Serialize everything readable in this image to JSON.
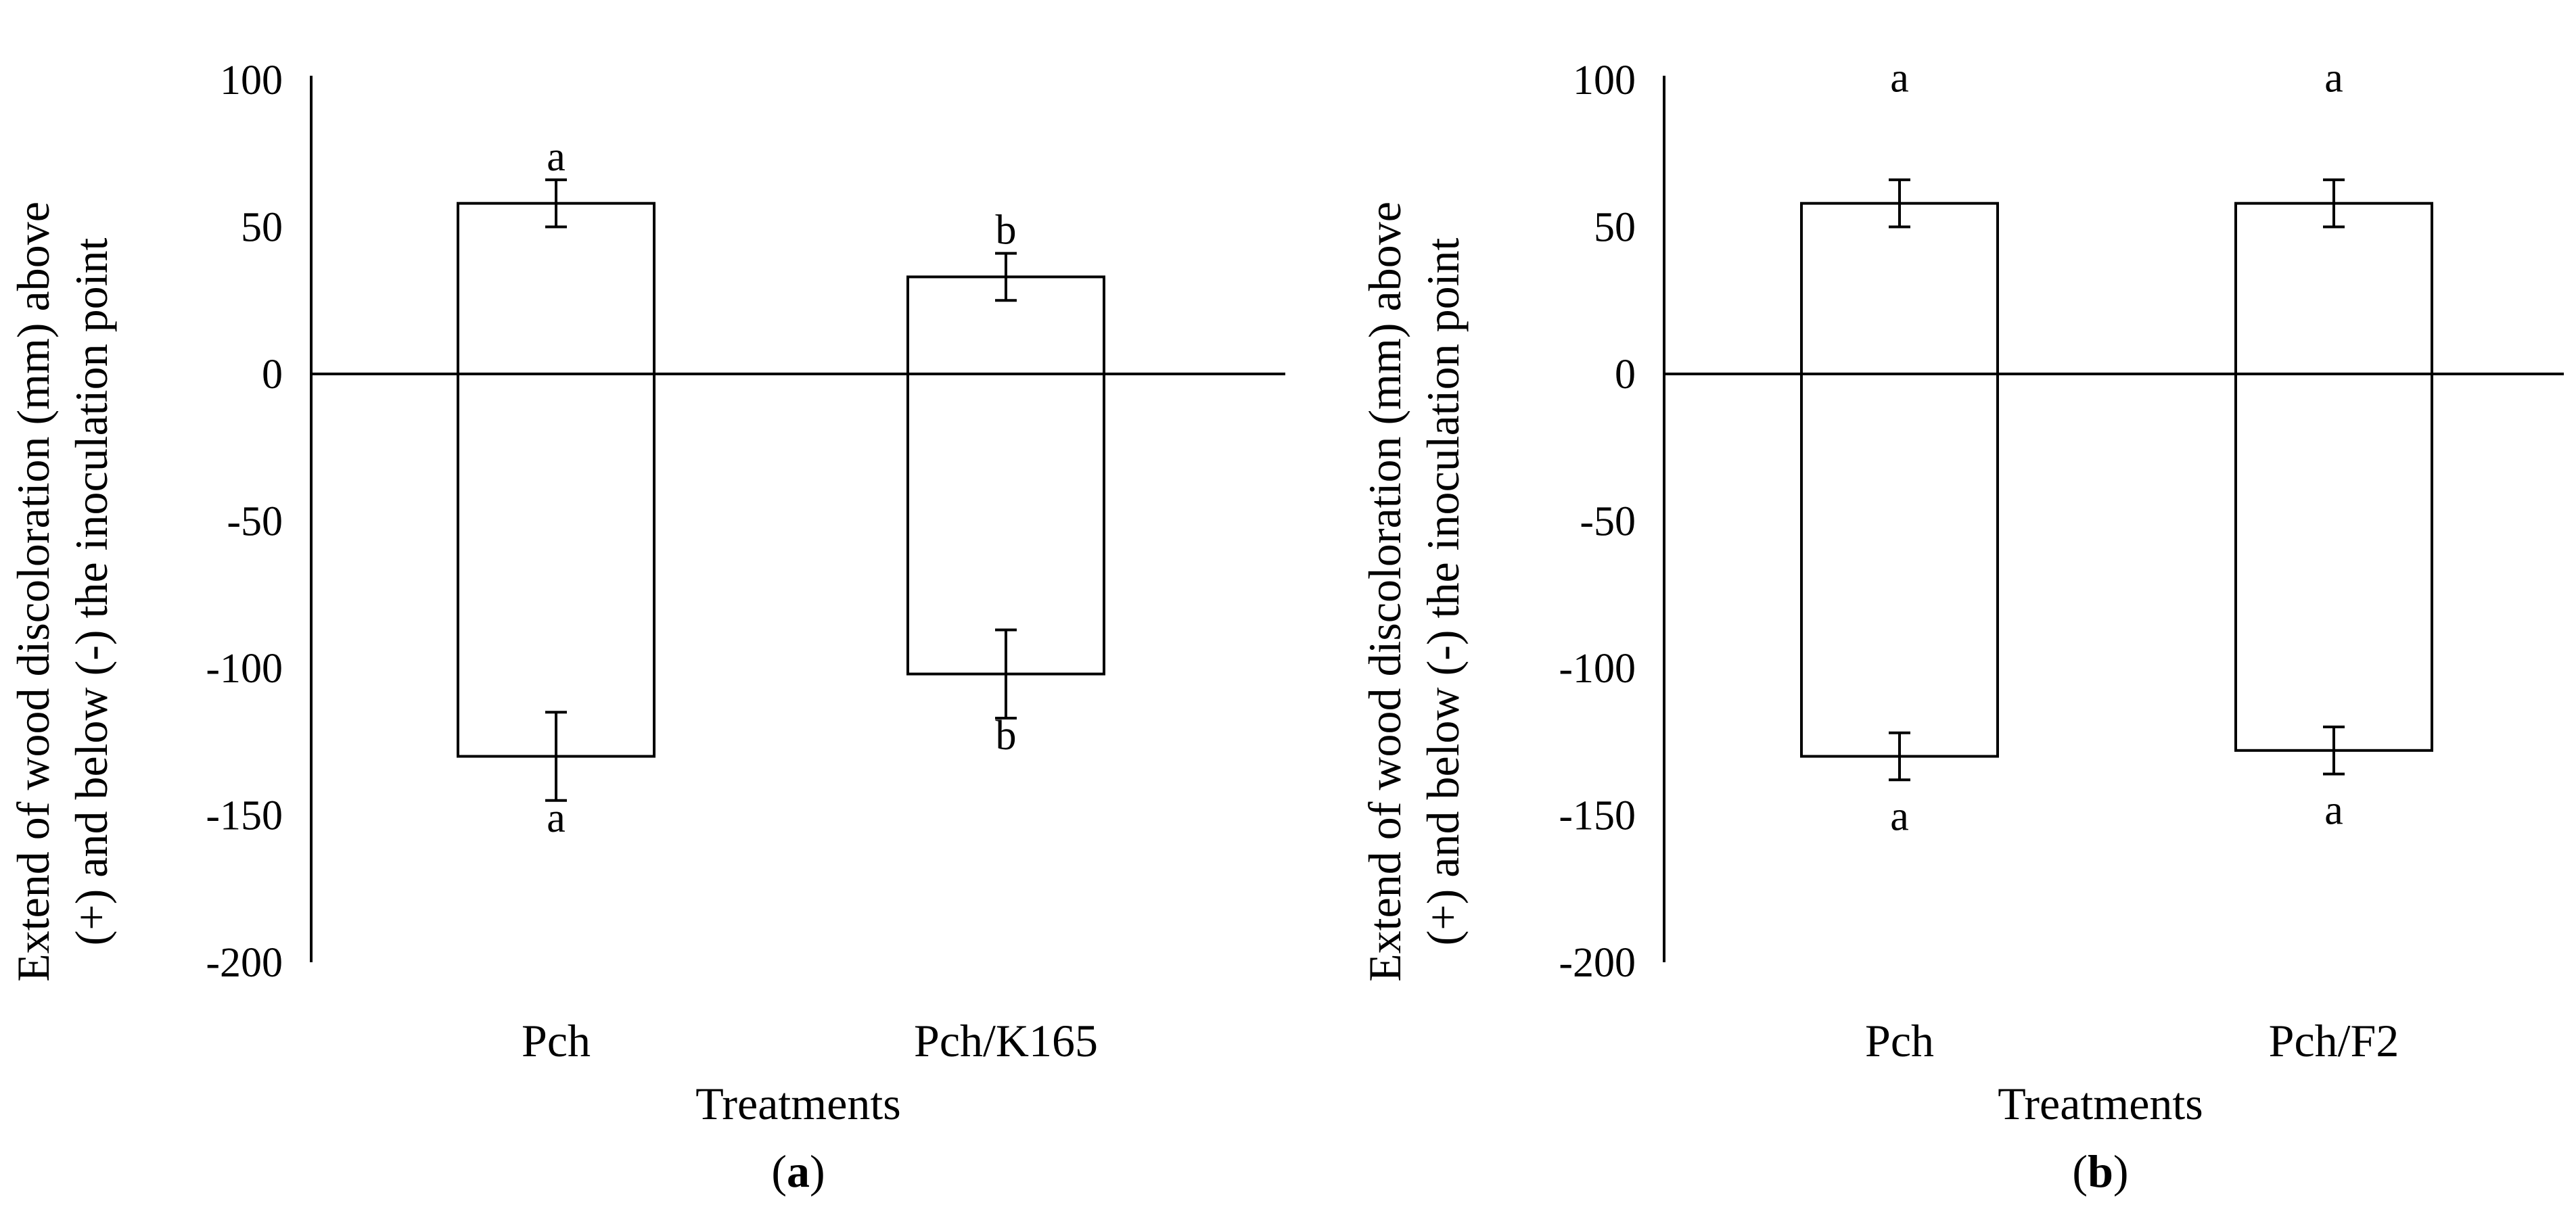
{
  "chart_data": [
    {
      "type": "bar",
      "panel_label_prefix": "(",
      "panel_label_letter": "a",
      "panel_label_suffix": ")",
      "xlabel": "Treatments",
      "ylabel_line1": "Extend of wood discoloration (mm) above",
      "ylabel_line2": "(+) and below (-) the inoculation point",
      "ylim": [
        -200,
        100
      ],
      "yticks": [
        100,
        50,
        0,
        -50,
        -100,
        -150,
        -200
      ],
      "categories": [
        "Pch",
        "Pch/K165"
      ],
      "series": [
        {
          "values": [
            58,
            33
          ],
          "errors": [
            8,
            8
          ],
          "letters": [
            "a",
            "b"
          ]
        },
        {
          "values": [
            -130,
            -102
          ],
          "errors": [
            15,
            15
          ],
          "letters": [
            "a",
            "b"
          ]
        }
      ]
    },
    {
      "type": "bar",
      "panel_label_prefix": "(",
      "panel_label_letter": "b",
      "panel_label_suffix": ")",
      "xlabel": "Treatments",
      "ylabel_line1": "Extend of wood discoloration (mm) above",
      "ylabel_line2": "(+) and below (-) the inoculation point",
      "ylim": [
        -200,
        100
      ],
      "yticks": [
        100,
        50,
        0,
        -50,
        -100,
        -150,
        -200
      ],
      "categories": [
        "Pch",
        "Pch/F2"
      ],
      "series": [
        {
          "values": [
            58,
            58
          ],
          "errors": [
            8,
            8
          ],
          "letters": [
            "a",
            "a"
          ]
        },
        {
          "values": [
            -130,
            -128
          ],
          "errors": [
            8,
            8
          ],
          "letters": [
            "a",
            "a"
          ]
        }
      ]
    }
  ]
}
